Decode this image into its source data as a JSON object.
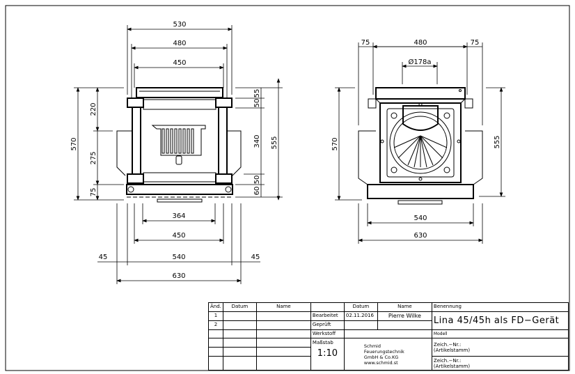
{
  "front_view": {
    "dims_top": [
      "530",
      "480",
      "450"
    ],
    "dims_left": [
      "570",
      "220",
      "275",
      "75"
    ],
    "dims_right": [
      "55",
      "50",
      "340",
      "50",
      "60",
      "555"
    ],
    "dims_bottom": [
      "364",
      "450",
      "540",
      "45",
      "45",
      "630"
    ]
  },
  "side_view": {
    "dims_top": [
      "75",
      "480",
      "75",
      "Ø178a"
    ],
    "dims_left": "570",
    "dims_right": "555",
    "dims_bottom": [
      "540",
      "630"
    ]
  },
  "title_block": {
    "rev_headers": [
      "Änd.",
      "Datum",
      "Name"
    ],
    "rev_numbers": [
      "1",
      "2"
    ],
    "headers": [
      "Datum",
      "Name"
    ],
    "bearbeitet_label": "Bearbeitet",
    "bearbeitet_date": "02.11.2016",
    "bearbeitet_name": "Pierre Wilke",
    "geprueft_label": "Geprüft",
    "werkstoff_label": "Werkstoff",
    "massstab_label": "Maßstab",
    "massstab_value": "1:10",
    "company": [
      "Schmid",
      "Feuerungstechnik",
      "GmbH & Co.KG",
      "www.schmid.st"
    ],
    "benennung_label": "Benennung",
    "benennung_value": "Lina 45/45h als FD−Gerät",
    "modell_label": "Modell",
    "zeich_nr_1": [
      "Zeich.−Nr.:",
      "(Artikelstamm)"
    ],
    "zeich_nr_2": [
      "Zeich.−Nr.:",
      "(Artikelstamm)"
    ]
  }
}
